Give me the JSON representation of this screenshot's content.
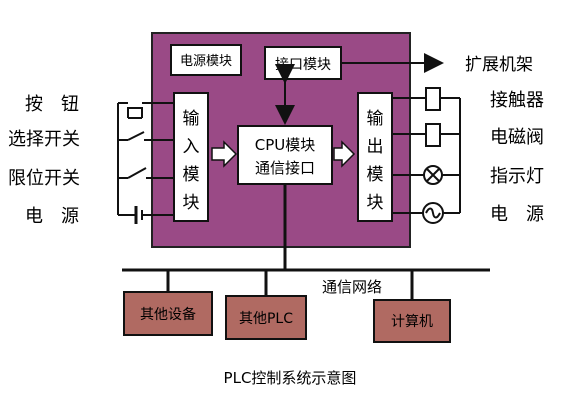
{
  "modules": {
    "power": "电源模块",
    "interface": "接口模块",
    "input": "输入模块",
    "output": "输出模块",
    "cpu_line1": "CPU模块",
    "cpu_line2": "通信接口"
  },
  "left_devices": [
    "按　钮",
    "选择开关",
    "限位开关",
    "电　源"
  ],
  "right_devices": [
    "接触器",
    "电磁阀",
    "指示灯",
    "电　源"
  ],
  "expansion": "扩展机架",
  "network": {
    "label": "通信网络",
    "nodes": [
      "其他设备",
      "其他PLC",
      "计算机"
    ]
  },
  "caption": "PLC控制系统示意图",
  "colors": {
    "plc_body": "#9a4a86",
    "node_fill": "#b06a62",
    "line": "#111111"
  }
}
